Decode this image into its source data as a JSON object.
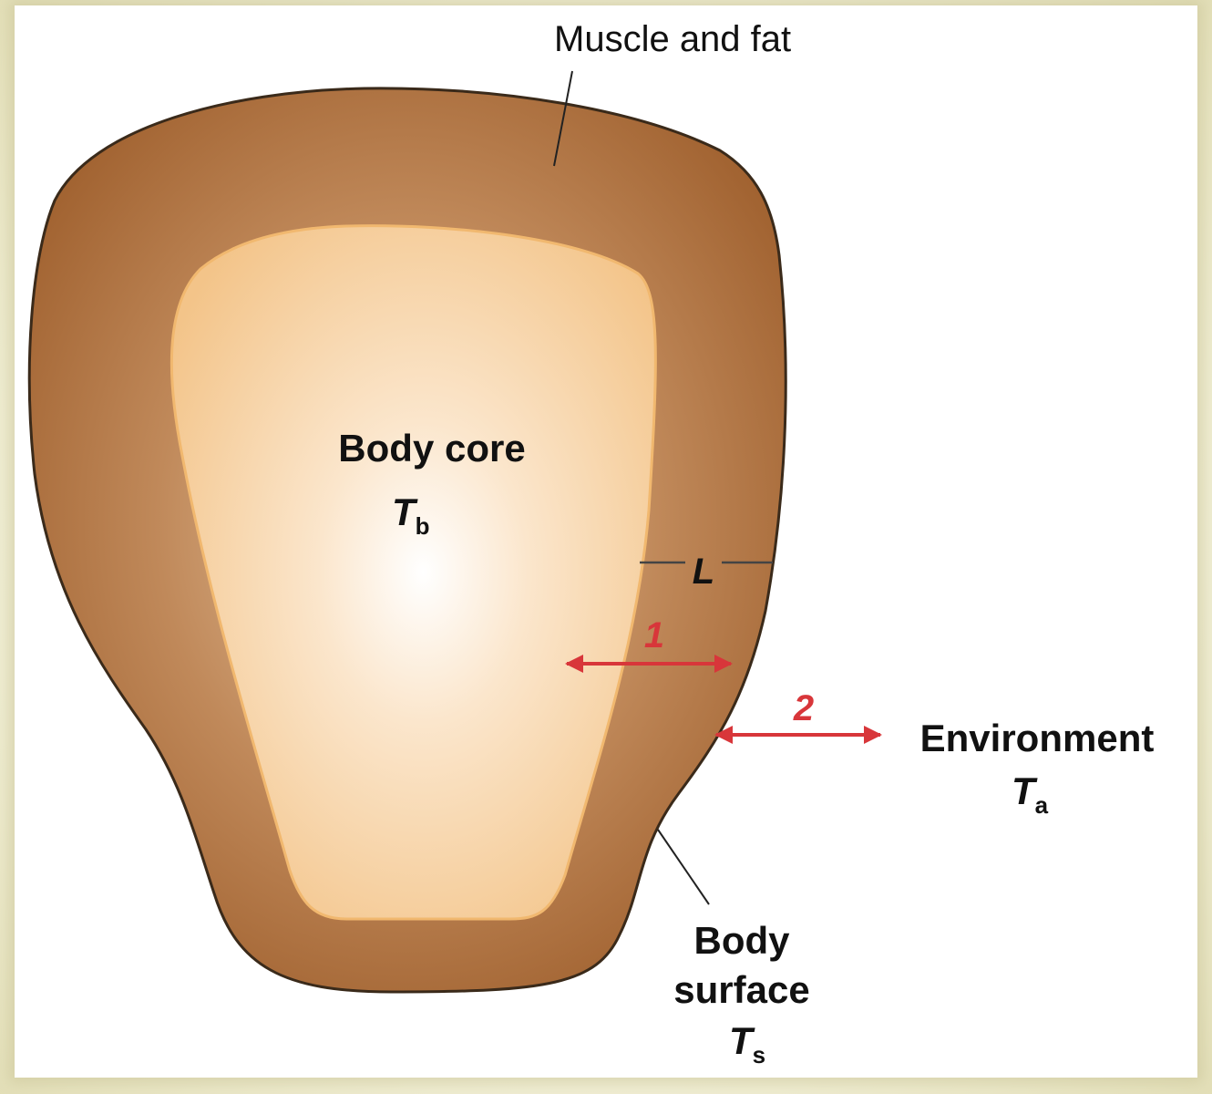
{
  "labels": {
    "muscle_fat": "Muscle and fat",
    "body_core": "Body core",
    "body_core_symbol": "T",
    "body_core_subscript": "b",
    "length_symbol": "L",
    "arrow1": "1",
    "arrow2": "2",
    "environment": "Environment",
    "environment_symbol": "T",
    "environment_subscript": "a",
    "surface_line1": "Body",
    "surface_line2": "surface",
    "surface_symbol": "T",
    "surface_subscript": "s"
  },
  "colors": {
    "outer_edge": "#a0612f",
    "outer_mid": "#c08a5a",
    "core_edge": "#f3c489",
    "core_center": "#ffffff",
    "arrow": "#d8363a",
    "frame": "#e9e6c8"
  }
}
